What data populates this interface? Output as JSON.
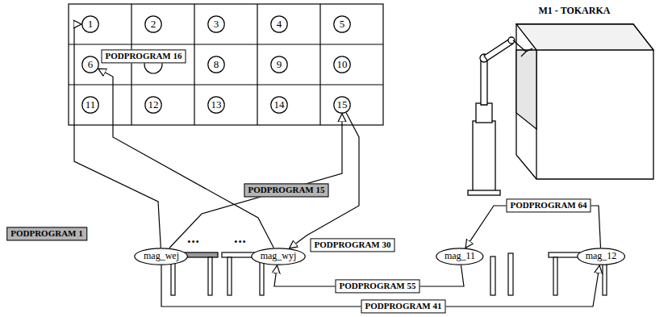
{
  "diagram": {
    "nodes": [
      {
        "text": [
          "1"
        ]
      },
      {
        "text": [
          "2"
        ]
      },
      {
        "text": [
          "3"
        ]
      },
      {
        "text": [
          "4"
        ]
      },
      {
        "text": [
          "5"
        ]
      },
      {
        "text": [
          "6"
        ]
      },
      {
        "text": [
          "8"
        ]
      },
      {
        "text": [
          "9"
        ]
      },
      {
        "text": [
          "10"
        ]
      },
      {
        "text": [
          "11"
        ]
      },
      {
        "text": [
          "12"
        ]
      },
      {
        "text": [
          "13"
        ]
      },
      {
        "text": [
          "14"
        ]
      },
      {
        "text": [
          "15"
        ]
      },
      {
        "text": [
          "mag_wej"
        ]
      },
      {
        "text": [
          "mag_wyj"
        ]
      },
      {
        "text": [
          "mag_11"
        ]
      },
      {
        "text": [
          "mag_12"
        ]
      }
    ],
    "edges": [
      {
        "from": 14,
        "to": 0,
        "arrow": "to",
        "label": "PODPROGRAM 1"
      },
      {
        "from": 15,
        "to": 5,
        "arrow": "to",
        "label": "PODPROGRAM 16"
      },
      {
        "from": 14,
        "to": 13,
        "arrow": "to",
        "label": "PODPROGRAM 15"
      },
      {
        "from": 13,
        "to": 15,
        "arrow": "to",
        "label": "PODPROGRAM 30"
      },
      {
        "from": 16,
        "to": 15,
        "arrow": "to",
        "label": "PODPROGRAM 55"
      },
      {
        "from": 14,
        "to": 17,
        "arrow": "to",
        "label": "PODPROGRAM 41"
      },
      {
        "from": 17,
        "to": 16,
        "arrow": "to",
        "label": "PODPROGRAM 64"
      }
    ],
    "labels": [
      "M1 - TOKARKA",
      "•••",
      "•••"
    ]
  }
}
